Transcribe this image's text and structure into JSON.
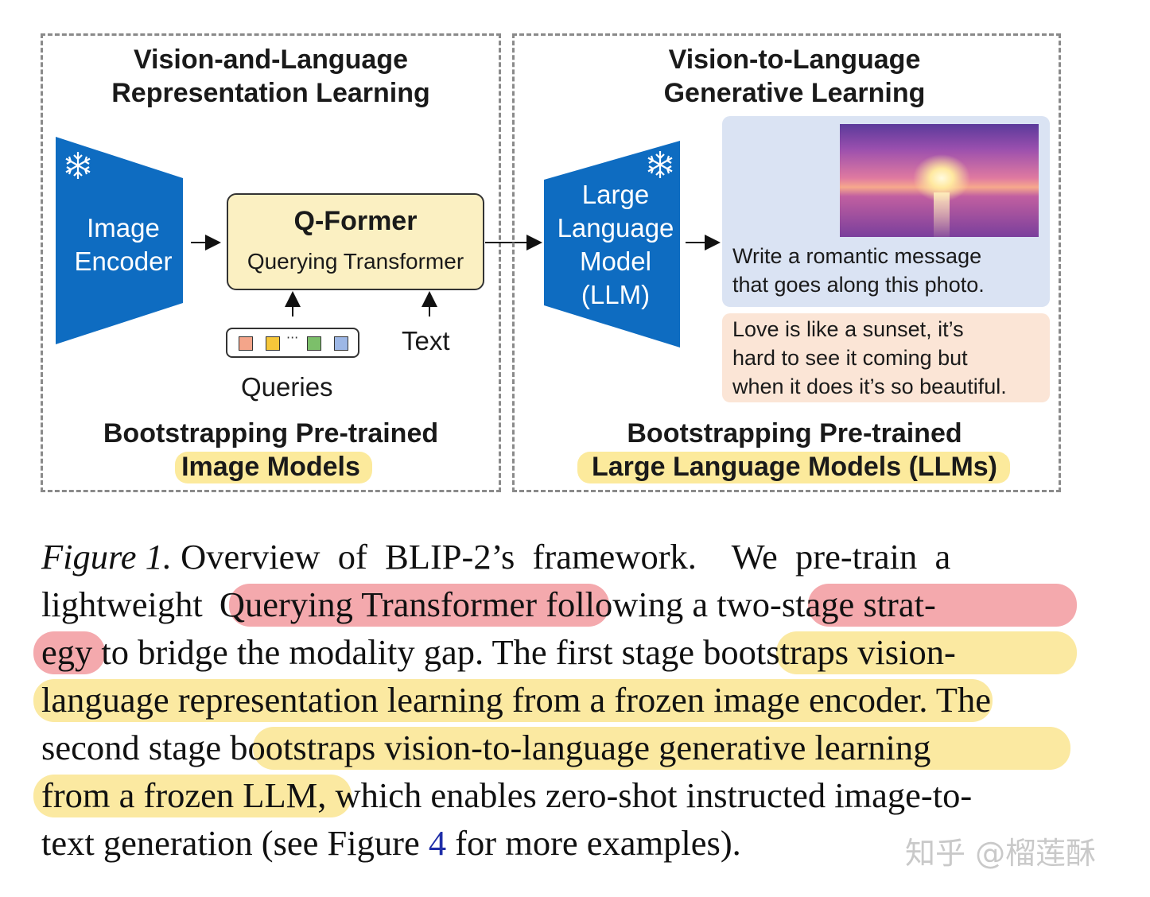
{
  "diagram": {
    "left_panel": {
      "title_line1": "Vision-and-Language",
      "title_line2": "Representation Learning",
      "image_encoder_line1": "Image",
      "image_encoder_line2": "Encoder",
      "qformer_title": "Q-Former",
      "qformer_subtitle": "Querying Transformer",
      "queries_label": "Queries",
      "text_label": "Text",
      "query_token_colors": [
        "#f4a58a",
        "#f6c73a",
        "#7cbf6a",
        "#9db7e6"
      ],
      "footer_line1": "Bootstrapping Pre-trained",
      "footer_line2": "Image Models"
    },
    "right_panel": {
      "title_line1": "Vision-to-Language",
      "title_line2": "Generative Learning",
      "llm_line1": "Large",
      "llm_line2": "Language",
      "llm_line3": "Model",
      "llm_line4": "(LLM)",
      "prompt_line1": "Write a romantic message",
      "prompt_line2": "that goes along this photo.",
      "response_line1": "Love is like a sunset, it’s",
      "response_line2": "hard to see it coming but",
      "response_line3": "when it does it’s so beautiful.",
      "footer_line1": "Bootstrapping Pre-trained",
      "footer_line2": "Large Language Models (LLMs)"
    },
    "colors": {
      "encoder_blue": "#0e6cc1",
      "qformer_fill": "#fbf0c2",
      "prompt_bubble": "#dae3f3",
      "response_bubble": "#fbe5d6",
      "highlight_yellow": "#fcea9c",
      "highlight_pink": "#f4a9ad"
    },
    "icons": [
      "snowflake-icon",
      "snowflake-icon"
    ]
  },
  "caption": {
    "line1": {
      "label": "Figure 1.",
      "text": "Overview  of  BLIP-2’s  framework.    We  pre-train  a"
    },
    "line2": {
      "a": "lightweight ",
      "b": "Querying Transformer",
      "c": " following a ",
      "d": "two-stage strat-"
    },
    "line3": {
      "a": "egy",
      "b": " to bridge the modality gap. The first stage ",
      "c": "bootstraps vision-"
    },
    "line4": {
      "a": "language representation learning from a frozen image encoder.",
      "b": " The"
    },
    "line5": {
      "a": "second stage ",
      "b": "bootstraps vision-to-language generative learning"
    },
    "line6": {
      "a": "from a frozen LLM",
      "b": ", which enables zero-shot instructed image-to-"
    },
    "line7": {
      "a": "text generation (see Figure ",
      "b": "4",
      "c": " for more examples)."
    }
  },
  "watermark": "知乎 @榴莲酥"
}
